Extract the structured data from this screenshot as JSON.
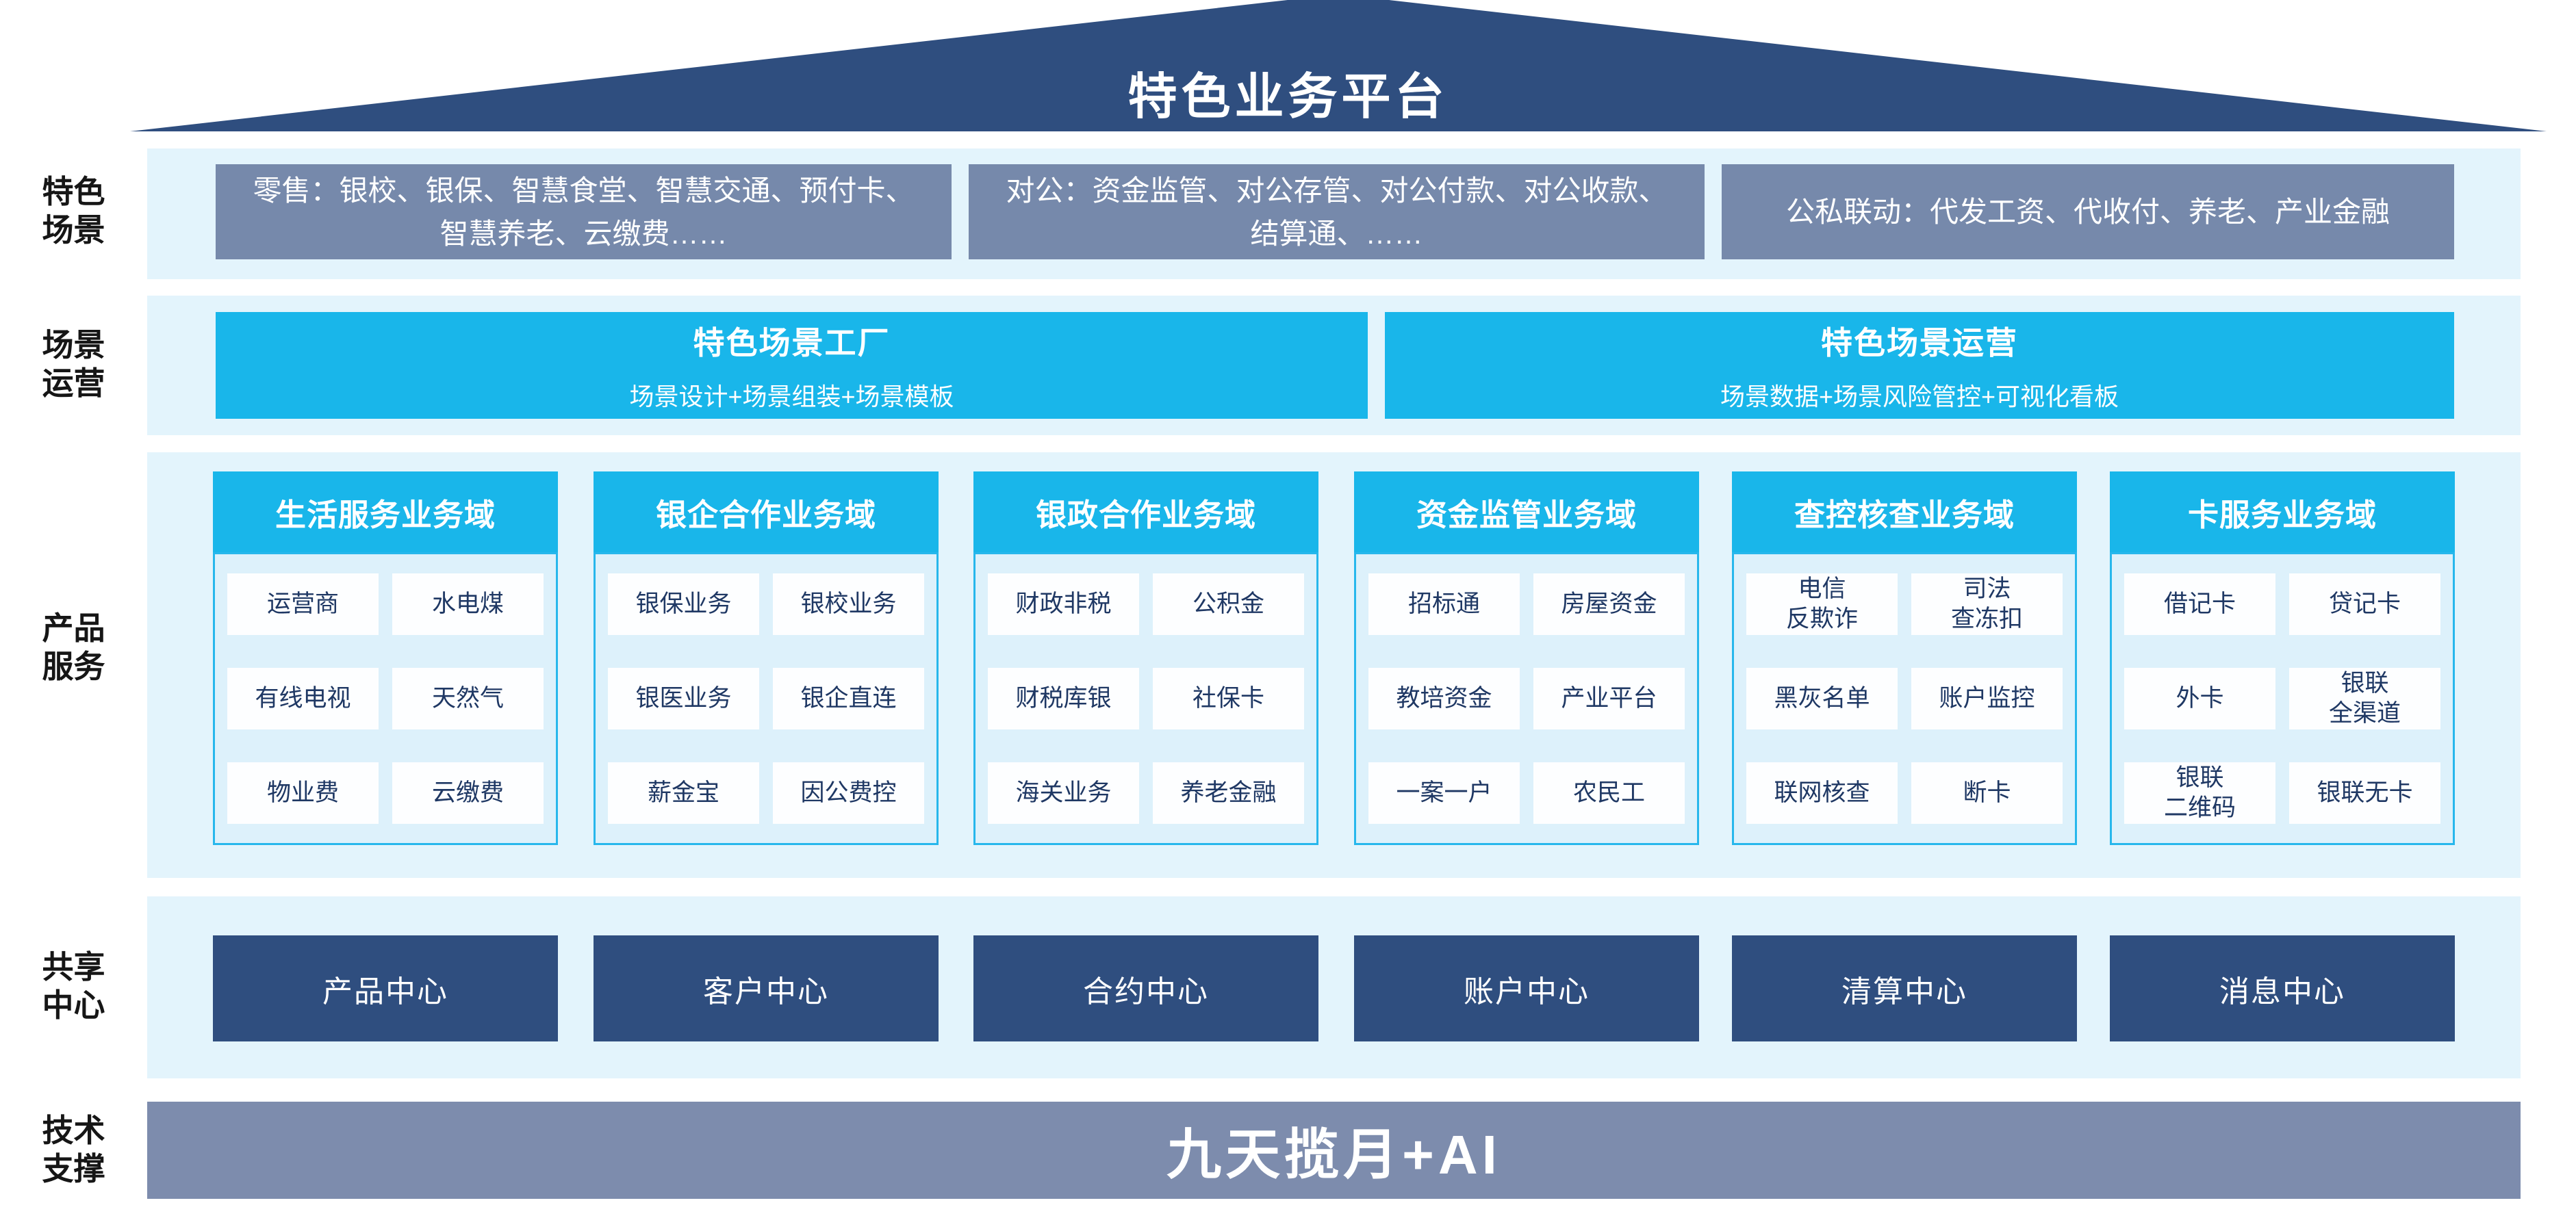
{
  "colors": {
    "navy": "#2F4E7F",
    "steel_box": "#7689AB",
    "steel_bar": "#7D8CAD",
    "cyan": "#19B6EA",
    "band_bg": "#E3F4FC",
    "panel_bg": "#DDF1FB",
    "panel_border": "#27B7EC",
    "item_text": "#1F3864"
  },
  "roof": {
    "title": "特色业务平台"
  },
  "side_labels": [
    {
      "text": "特色\n场景"
    },
    {
      "text": "场景\n运营"
    },
    {
      "text": "产品\n服务"
    },
    {
      "text": "共享\n中心"
    },
    {
      "text": "技术\n支撑"
    }
  ],
  "scene_row": {
    "boxes": [
      {
        "text": "零售：银校、银保、智慧食堂、智慧交通、预付卡、智慧养老、云缴费……"
      },
      {
        "text": "对公：资金监管、对公存管、对公付款、对公收款、结算通、……"
      },
      {
        "text": "公私联动：代发工资、代收付、养老、产业金融"
      }
    ]
  },
  "operation_row": {
    "boxes": [
      {
        "title": "特色场景工厂",
        "subtitle": "场景设计+场景组装+场景模板"
      },
      {
        "title": "特色场景运营",
        "subtitle": "场景数据+场景风险管控+可视化看板"
      }
    ]
  },
  "product_row": {
    "columns": [
      {
        "header": "生活服务业务域",
        "items": [
          "运营商",
          "水电煤",
          "有线电视",
          "天然气",
          "物业费",
          "云缴费"
        ]
      },
      {
        "header": "银企合作业务域",
        "items": [
          "银保业务",
          "银校业务",
          "银医业务",
          "银企直连",
          "薪金宝",
          "因公费控"
        ]
      },
      {
        "header": "银政合作业务域",
        "items": [
          "财政非税",
          "公积金",
          "财税库银",
          "社保卡",
          "海关业务",
          "养老金融"
        ]
      },
      {
        "header": "资金监管业务域",
        "items": [
          "招标通",
          "房屋资金",
          "教培资金",
          "产业平台",
          "一案一户",
          "农民工"
        ]
      },
      {
        "header": "查控核查业务域",
        "items": [
          "电信\n反欺诈",
          "司法\n查冻扣",
          "黑灰名单",
          "账户监控",
          "联网核查",
          "断卡"
        ]
      },
      {
        "header": "卡服务业务域",
        "items": [
          "借记卡",
          "贷记卡",
          "外卡",
          "银联\n全渠道",
          "银联\n二维码",
          "银联无卡"
        ]
      }
    ]
  },
  "share_row": {
    "boxes": [
      "产品中心",
      "客户中心",
      "合约中心",
      "账户中心",
      "清算中心",
      "消息中心"
    ]
  },
  "tech_row": {
    "label": "九天揽月+AI"
  }
}
